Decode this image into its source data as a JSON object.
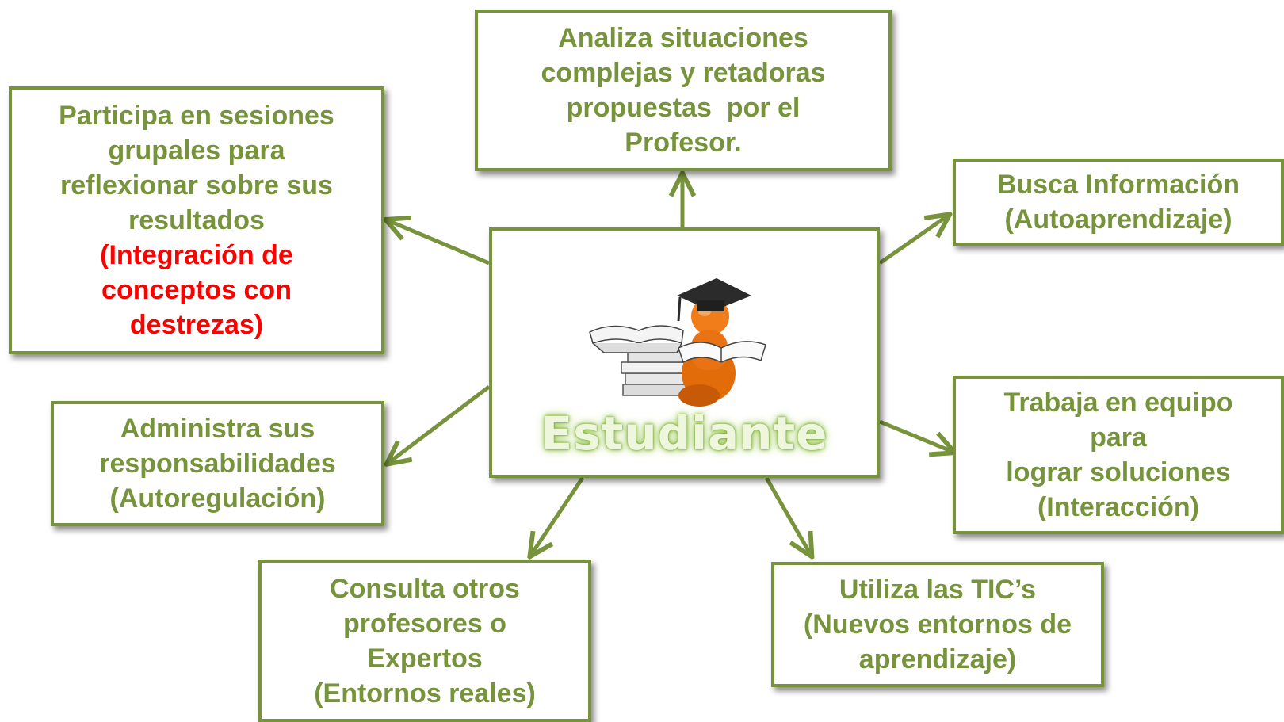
{
  "center": {
    "title": "Estudiante",
    "icon": "student-reading-icon"
  },
  "boxes": {
    "top": {
      "lines": [
        "Analiza situaciones",
        "complejas y retadoras",
        "propuestas  por el",
        "Profesor."
      ]
    },
    "left_top": {
      "lines": [
        "Participa en sesiones",
        "grupales para",
        "reflexionar sobre sus",
        "resultados"
      ],
      "red_lines": [
        "(Integración de",
        "conceptos con",
        "destrezas)"
      ]
    },
    "right_top": {
      "lines": [
        "Busca Información",
        "(Autoaprendizaje)"
      ]
    },
    "left_mid": {
      "lines": [
        "Administra sus",
        "responsabilidades",
        "(Autoregulación)"
      ]
    },
    "right_mid": {
      "lines": [
        "Trabaja en equipo",
        "para",
        "lograr soluciones",
        "(Interacción)"
      ]
    },
    "bottom_left": {
      "lines": [
        "Consulta otros",
        "profesores o",
        "Expertos",
        "(Entornos reales)"
      ]
    },
    "bottom_right": {
      "lines": [
        "Utiliza las TIC’s",
        "(Nuevos entornos de",
        "aprendizaje)"
      ]
    }
  },
  "colors": {
    "green": "#77933c",
    "red": "#ff0000",
    "glow": "#a6d264",
    "orange": "#e36c0a"
  }
}
